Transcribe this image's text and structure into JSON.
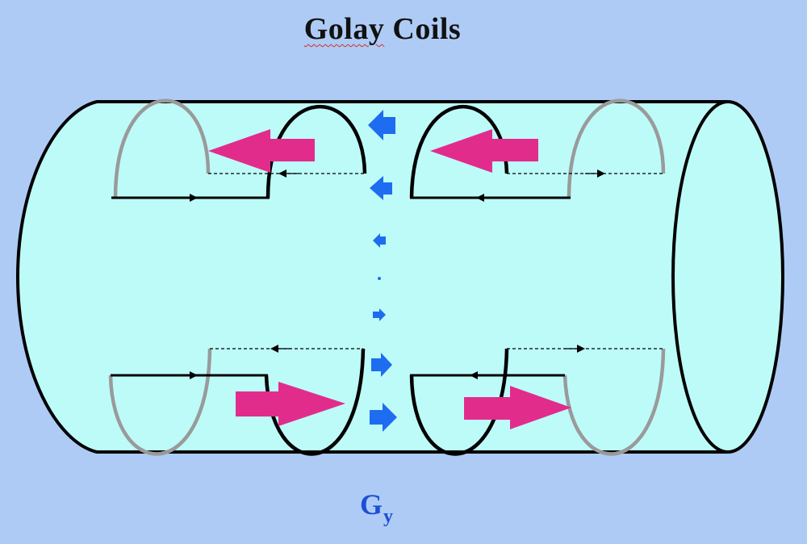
{
  "title": {
    "word1": "Golay",
    "word2": "Coils"
  },
  "gradient_label": {
    "base": "G",
    "subscript": "y"
  },
  "colors": {
    "background": "#aecbf5",
    "cylinder_fill": "#bdfbf9",
    "outline": "#000000",
    "back_arc": "#9a9a9a",
    "force_arrow": "#e22c8c",
    "field_arrow": "#1e6cf0",
    "label_blue": "#1c4fd6"
  },
  "icons": {
    "force_arrows": "magenta-block-arrow-icon",
    "field_arrows": "blue-block-arrow-icon"
  }
}
